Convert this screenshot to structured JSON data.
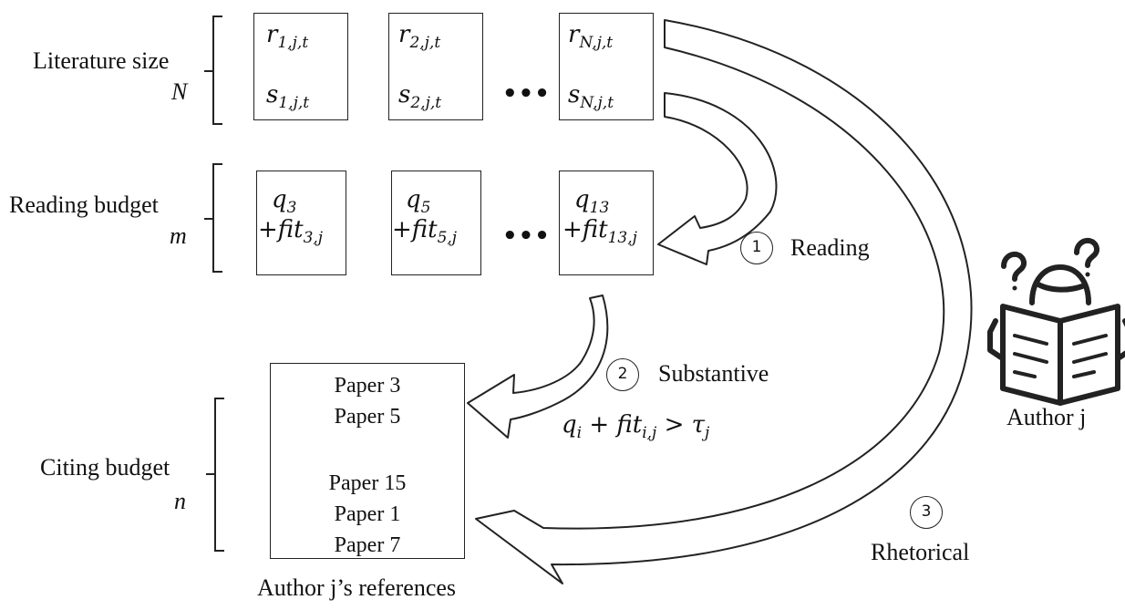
{
  "left_labels": {
    "literature_size": {
      "line1": "Literature size",
      "line2": "N"
    },
    "reading_budget": {
      "line1": "Reading budget",
      "line2": "m"
    },
    "citing_budget": {
      "line1": "Citing budget",
      "line2": "n"
    }
  },
  "literature_row": {
    "boxes": [
      {
        "r": "r",
        "r_sub": "1,j,t",
        "s": "s",
        "s_sub": "1,j,t"
      },
      {
        "r": "r",
        "r_sub": "2,j,t",
        "s": "s",
        "s_sub": "2,j,t"
      },
      {
        "r": "r",
        "r_sub": "N,j,t",
        "s": "s",
        "s_sub": "N,j,t"
      }
    ],
    "ellipsis": "•••"
  },
  "reading_row": {
    "boxes": [
      {
        "q": "q",
        "q_sub": "3",
        "fit": "+fit",
        "fit_sub": "3,j"
      },
      {
        "q": "q",
        "q_sub": "5",
        "fit": "+fit",
        "fit_sub": "5,j"
      },
      {
        "q": "q",
        "q_sub": "13",
        "fit": "+fit",
        "fit_sub": "13,j"
      }
    ],
    "ellipsis": "•••"
  },
  "references": {
    "substantive": [
      "Paper 3",
      "Paper 5"
    ],
    "rhetorical": [
      "Paper 15",
      "Paper 1",
      "Paper 7"
    ],
    "caption": "Author j’s references"
  },
  "steps": [
    {
      "number": "1",
      "label": "Reading"
    },
    {
      "number": "2",
      "label": "Substantive"
    },
    {
      "number": "3",
      "label": "Rhetorical"
    }
  ],
  "threshold": {
    "q": "q",
    "q_sub": "i",
    "plus_fit": " + fit",
    "fit_sub": "i,j",
    "gt_tau": " > τ",
    "tau_sub": "j"
  },
  "author": {
    "label": "Author j",
    "icon": "reading-person-icon"
  }
}
